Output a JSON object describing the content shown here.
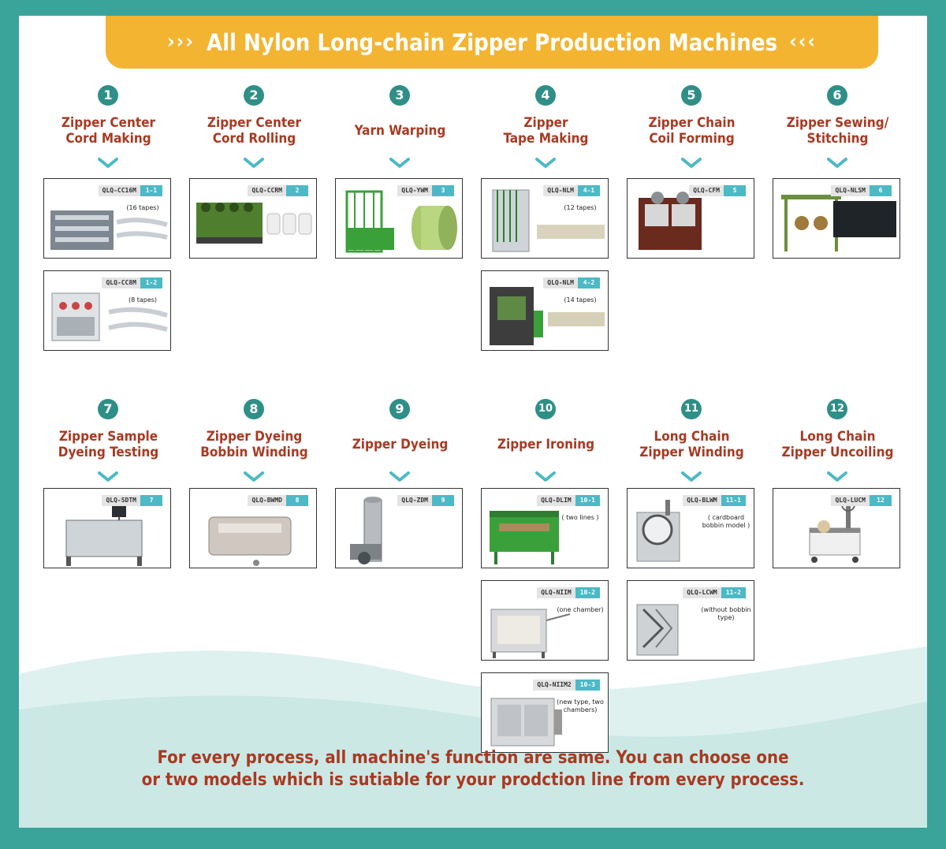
{
  "header": {
    "title": "All Nylon Long-chain Zipper Production Machines",
    "left_arrows": "›››",
    "right_arrows": "‹‹‹"
  },
  "steps": [
    {
      "num": "1",
      "title1": "Zipper Center",
      "title2": "Cord Making"
    },
    {
      "num": "2",
      "title1": "Zipper Center",
      "title2": "Cord Rolling"
    },
    {
      "num": "3",
      "title1": "Yarn Warping",
      "title2": ""
    },
    {
      "num": "4",
      "title1": "Zipper",
      "title2": "Tape Making"
    },
    {
      "num": "5",
      "title1": "Zipper Chain",
      "title2": "Coil Forming"
    },
    {
      "num": "6",
      "title1": "Zipper Sewing/",
      "title2": "Stitching"
    },
    {
      "num": "7",
      "title1": "Zipper Sample",
      "title2": "Dyeing Testing"
    },
    {
      "num": "8",
      "title1": "Zipper Dyeing",
      "title2": "Bobbin Winding"
    },
    {
      "num": "9",
      "title1": "Zipper Dyeing",
      "title2": ""
    },
    {
      "num": "10",
      "title1": "Zipper Ironing",
      "title2": ""
    },
    {
      "num": "11",
      "title1": "Long Chain",
      "title2": "Zipper Winding"
    },
    {
      "num": "12",
      "title1": "Long Chain",
      "title2": "Zipper Uncoiling"
    }
  ],
  "cards": [
    {
      "model": "QLQ-CC16M",
      "no": "1-1",
      "note": "(16 tapes)"
    },
    {
      "model": "QLQ-CC8M",
      "no": "1-2",
      "note": "(8 tapes)"
    },
    {
      "model": "QLQ-CCRM",
      "no": "2",
      "note": ""
    },
    {
      "model": "QLQ-YWM",
      "no": "3",
      "note": ""
    },
    {
      "model": "QLQ-NLM",
      "no": "4-1",
      "note": "(12 tapes)"
    },
    {
      "model": "QLQ-NLM",
      "no": "4-2",
      "note": "(14 tapes)"
    },
    {
      "model": "QLQ-CFM",
      "no": "5",
      "note": ""
    },
    {
      "model": "QLQ-NLSM",
      "no": "6",
      "note": ""
    },
    {
      "model": "QLQ-SDTM",
      "no": "7",
      "note": ""
    },
    {
      "model": "QLQ-BWMD",
      "no": "8",
      "note": ""
    },
    {
      "model": "QLQ-ZDM",
      "no": "9",
      "note": ""
    },
    {
      "model": "QLQ-DLIM",
      "no": "10-1",
      "note": "( two lines )"
    },
    {
      "model": "QLQ-NIIM",
      "no": "10-2",
      "note": "(one chamber)"
    },
    {
      "model": "QLQ-NIIM2",
      "no": "10-3",
      "note": "(new type, two chambers)"
    },
    {
      "model": "QLQ-BLWM",
      "no": "11-1",
      "note": "( cardboard bobbin model )"
    },
    {
      "model": "QLQ-LCWM",
      "no": "11-2",
      "note": "(without bobbin type)"
    },
    {
      "model": "QLQ-LUCM",
      "no": "12",
      "note": ""
    }
  ],
  "footer": {
    "line1": "For every process, all machine's function are same. You can choose one",
    "line2": "or two models which is sutiable for your prodction line from every process."
  },
  "colors": {
    "border": "#3aa39a",
    "banner": "#f3b431",
    "title": "#a83a22",
    "badge": "#2f8f87",
    "tag": "#4cb9c6"
  },
  "icons": [
    "chevron-down-icon",
    "machine-image"
  ]
}
